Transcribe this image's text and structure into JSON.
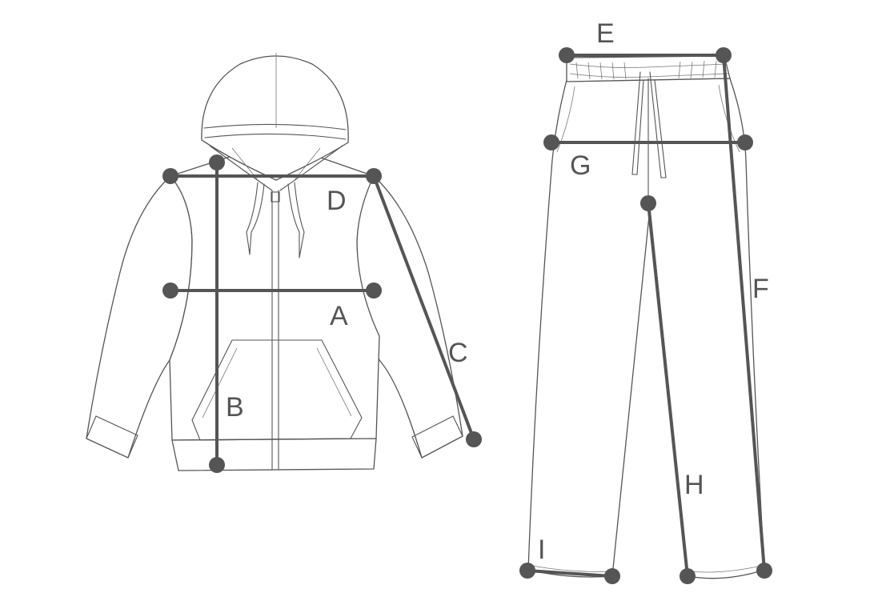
{
  "colors": {
    "outline": "#555555",
    "measure": "#555555",
    "background": "#ffffff"
  },
  "measurements": {
    "A": "A",
    "B": "B",
    "C": "C",
    "D": "D",
    "E": "E",
    "F": "F",
    "G": "G",
    "H": "H",
    "I": "I"
  }
}
